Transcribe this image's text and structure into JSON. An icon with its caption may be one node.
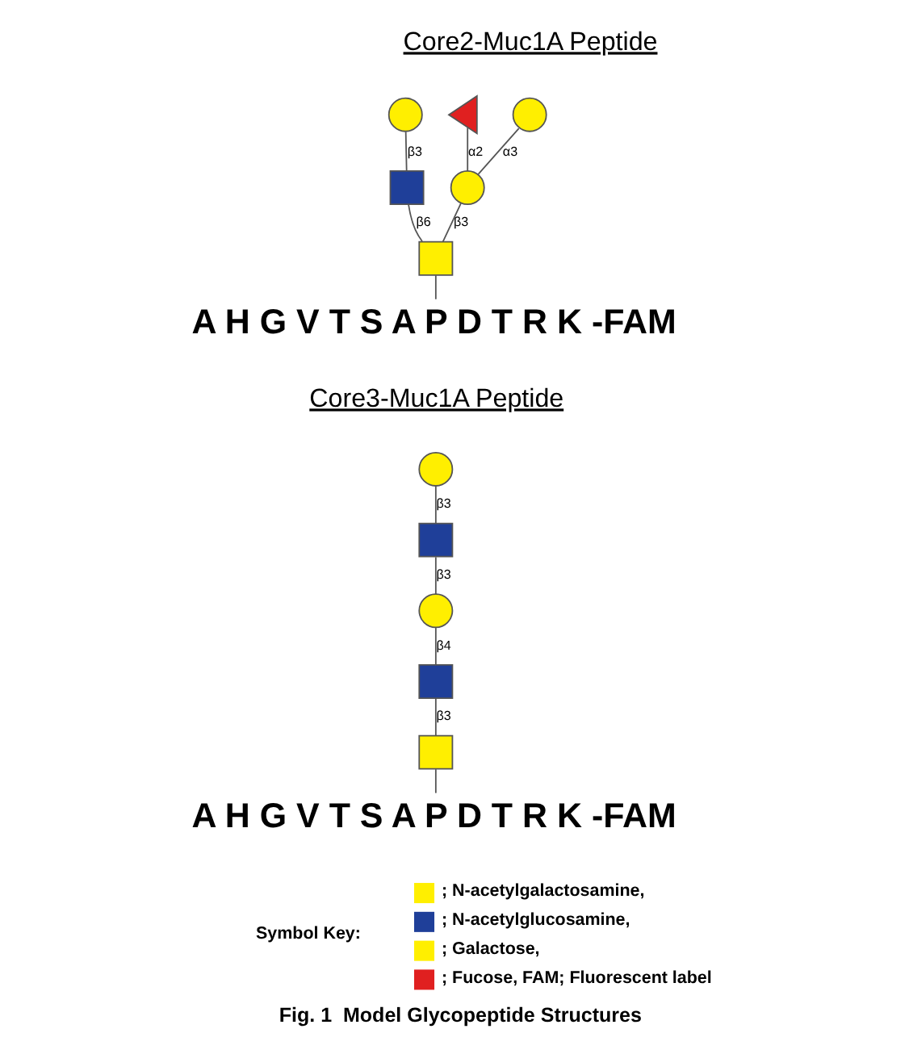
{
  "diagram": {
    "caption": "Fig. 1  Model Glycopeptide Structures",
    "nodes": [
      {
        "text": [],
        "shape": "circle"
      },
      {
        "text": [],
        "shape": "circle"
      },
      {
        "text": [],
        "shape": "triangle"
      },
      {
        "text": [],
        "shape": "circle"
      },
      {
        "text": [],
        "shape": "box"
      },
      {
        "text": [],
        "shape": "box"
      },
      {
        "text": [
          "A H G V T S A P D T R K -FAM"
        ]
      },
      {
        "text": [],
        "shape": "circle"
      },
      {
        "text": [],
        "shape": "box"
      },
      {
        "text": [],
        "shape": "circle"
      },
      {
        "text": [],
        "shape": "box"
      },
      {
        "text": [],
        "shape": "box"
      },
      {
        "text": [
          "A H G V T S A P D T R K -FAM"
        ]
      }
    ],
    "edges": [
      {
        "from": 0,
        "to": 3,
        "arrow": "none",
        "label": "α3"
      },
      {
        "from": 2,
        "to": 3,
        "arrow": "none",
        "label": "α2"
      },
      {
        "from": 3,
        "to": 5,
        "arrow": "none",
        "label": "β3"
      },
      {
        "from": 1,
        "to": 4,
        "arrow": "none",
        "label": "β3"
      },
      {
        "from": 4,
        "to": 5,
        "arrow": "none",
        "label": "β6"
      },
      {
        "from": 5,
        "to": 6,
        "arrow": "none"
      },
      {
        "from": 7,
        "to": 8,
        "arrow": "none",
        "label": "β3"
      },
      {
        "from": 8,
        "to": 9,
        "arrow": "none",
        "label": "β3"
      },
      {
        "from": 9,
        "to": 10,
        "arrow": "none",
        "label": "β4"
      },
      {
        "from": 10,
        "to": 11,
        "arrow": "none",
        "label": "β3"
      },
      {
        "from": 11,
        "to": 12,
        "arrow": "none"
      }
    ],
    "labels": [
      "Core2-Muc1A Peptide",
      "Core3-Muc1A Peptide",
      "Symbol Key:"
    ],
    "legend": [
      {
        "text": "; N-acetylgalactosamine,",
        "color": "#ffef00"
      },
      {
        "text": "; N-acetylglucosamine,",
        "color": "#1f3f99"
      },
      {
        "text": "; Galactose,",
        "color": "#ffef00"
      },
      {
        "text": "; Fucose, FAM; Fluorescent label",
        "color": "#e02020"
      }
    ]
  }
}
